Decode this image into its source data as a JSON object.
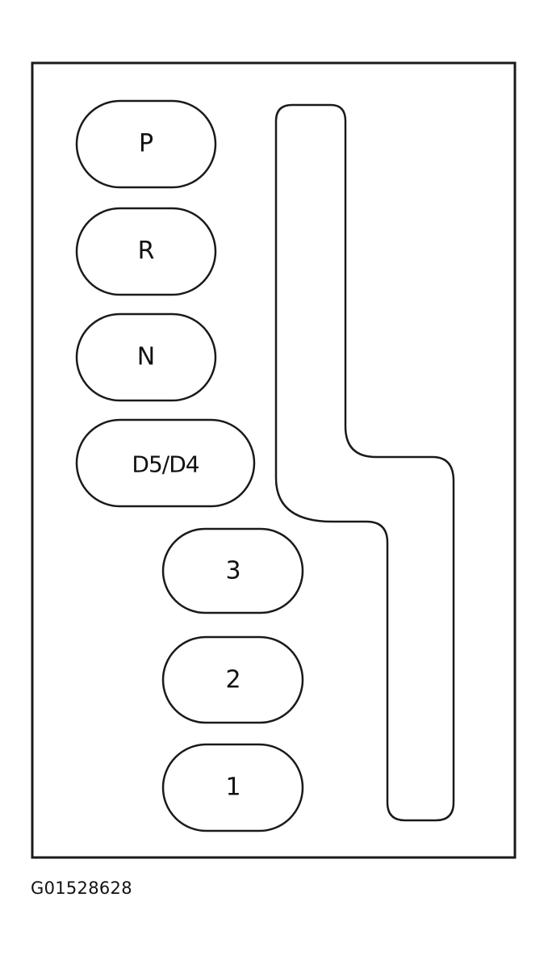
{
  "gear_positions": [
    {
      "label": "P"
    },
    {
      "label": "R"
    },
    {
      "label": "N"
    },
    {
      "label": "D5/D4"
    },
    {
      "label": "3"
    },
    {
      "label": "2"
    },
    {
      "label": "1"
    }
  ],
  "figure_id": "G01528628"
}
